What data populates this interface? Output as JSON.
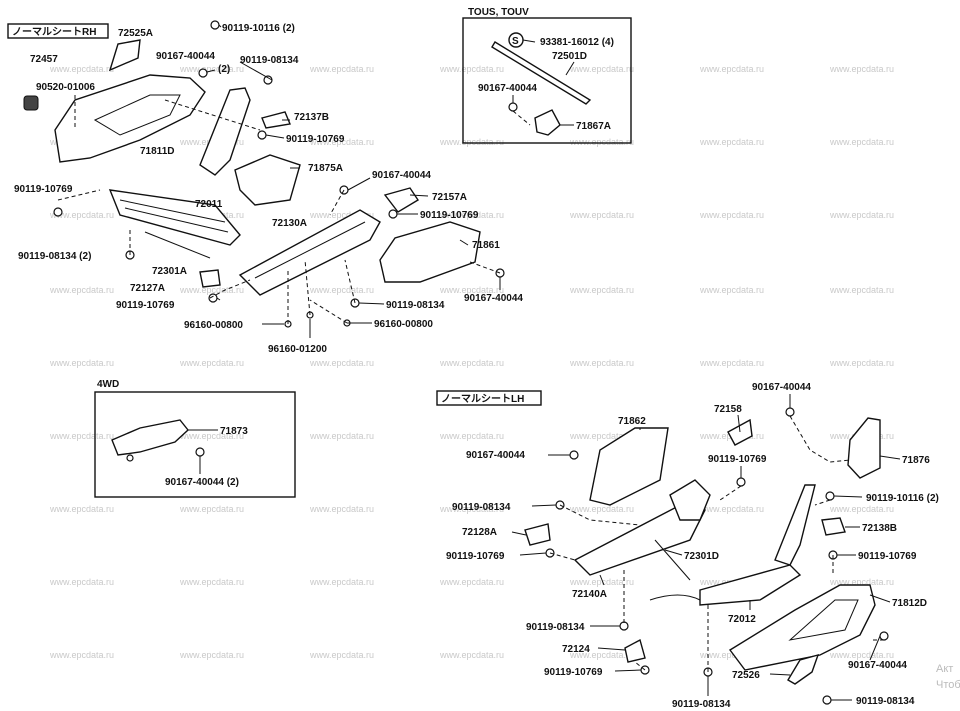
{
  "diagram": {
    "sections": {
      "rh_tag": "ノーマルシートRH",
      "lh_tag": "ノーマルシートLH",
      "tous_title": "TOUS, TOUV",
      "fourwd_title": "4WD"
    },
    "watermark": "www.epcdata.ru",
    "labels": {
      "p72525A": "72525A",
      "p90119_10116_2": "90119-10116 (2)",
      "p90167_40044_2a": "90167-40044",
      "p90167_40044_2a_qty": "(2)",
      "p90119_08134a": "90119-08134",
      "p72457": "72457",
      "p90520_01006": "90520-01006",
      "p72137B": "72137B",
      "p90119_10769a": "90119-10769",
      "p71811D": "71811D",
      "p71875A": "71875A",
      "p90119_10769b": "90119-10769",
      "p72011": "72011",
      "p90167_40044b": "90167-40044",
      "p72157A": "72157A",
      "p90119_10769c": "90119-10769",
      "p72130A": "72130A",
      "p71861": "71861",
      "p90119_08134_2": "90119-08134 (2)",
      "p72301A": "72301A",
      "p72127A": "72127A",
      "p90167_40044c": "90167-40044",
      "p90119_10769d": "90119-10769",
      "p90119_08134b": "90119-08134",
      "p96160_00800a": "96160-00800",
      "p96160_00800b": "96160-00800",
      "p96160_01200": "96160-01200",
      "t93381": "93381-16012 (4)",
      "t72501D": "72501D",
      "t90167_40044": "90167-40044",
      "t71867A": "71867A",
      "t_s": "S",
      "w71873": "71873",
      "w90167_40044_2": "90167-40044 (2)",
      "l90167_40044a": "90167-40044",
      "l72158": "72158",
      "l71862": "71862",
      "l90167_40044b": "90167-40044",
      "l90119_10769a": "90119-10769",
      "l71876": "71876",
      "l90119_10116_2": "90119-10116 (2)",
      "l90119_08134a": "90119-08134",
      "l72138B": "72138B",
      "l72128A": "72128A",
      "l72301D": "72301D",
      "l90119_10769b": "90119-10769",
      "l90119_10769c": "90119-10769",
      "l72140A": "72140A",
      "l72012": "72012",
      "l71812D": "71812D",
      "l90119_08134b": "90119-08134",
      "l72124": "72124",
      "l90167_40044c": "90167-40044",
      "l90119_10769d": "90119-10769",
      "l72526": "72526",
      "l90119_08134c": "90119-08134",
      "l90119_08134d": "90119-08134"
    },
    "overlay_text": [
      "Акт",
      "Чтоб"
    ]
  }
}
